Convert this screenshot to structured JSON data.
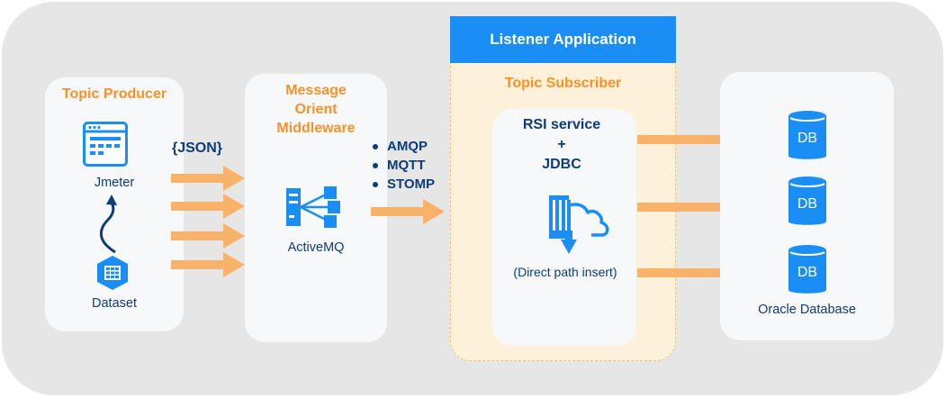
{
  "producer": {
    "title": "Topic Producer",
    "jmeter_label": "Jmeter",
    "dataset_label": "Dataset"
  },
  "json_label": "{JSON}",
  "middleware": {
    "title_lines": [
      "Message",
      "Orient",
      "Middleware"
    ],
    "activemq_label": "ActiveMQ"
  },
  "protocols": [
    "AMQP",
    "MQTT",
    "STOMP"
  ],
  "listener": {
    "header": "Listener Application",
    "subscriber_title": "Topic Subscriber",
    "rsi_lines": [
      "RSI service",
      "+",
      "JDBC"
    ],
    "direct_path_label": "(Direct path insert)"
  },
  "database": {
    "db_labels": [
      "DB",
      "DB",
      "DB"
    ],
    "oracle_label": "Oracle Database"
  },
  "colors": {
    "accent_orange": "#f5922b",
    "arrow_orange": "#f8b26a",
    "header_blue": "#1a8ef4",
    "text_navy": "#0d3c78",
    "icon_blue": "#1a8ef4"
  }
}
